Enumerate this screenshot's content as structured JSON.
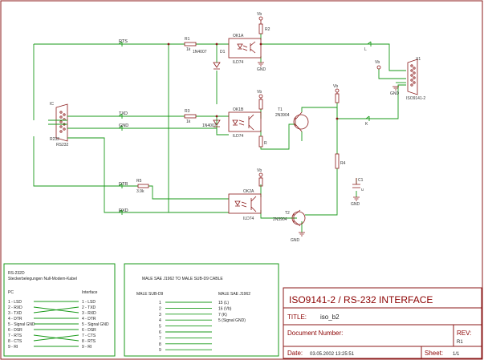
{
  "nets": {
    "rts": "RTS",
    "txd": "TXD",
    "gnd": "GND",
    "dtr": "DTR",
    "rxd": "RXD"
  },
  "parts": {
    "r1": "R1",
    "r1_val": "1k",
    "d1": "1N4007",
    "d1_ref": "D1",
    "ok1a": "OK1A",
    "ok1a_type": "ILD74",
    "r2": "R2",
    "vb1": "Vb",
    "gnd_ok1a": "GND",
    "x1": "X1",
    "x1_type": "ISO9141-2",
    "vb_x1": "Vb",
    "gnd_x1": "GND",
    "pin_l": "L",
    "pin_k": "K",
    "ic": "IC",
    "rs232_ref": "R232",
    "rs232": "RS232",
    "ok1b": "OK1B",
    "ok1b_type": "ILD74",
    "r3": "R3",
    "r3_val": "1k",
    "d2": "1N4007",
    "t1": "T1",
    "t1_type": "2N3904",
    "vb2": "Vb",
    "vb3": "Vb",
    "r4": "R4",
    "r_low": "R",
    "c1": "C1",
    "c1_val": "u",
    "gnd_c1": "GND",
    "r5": "R5",
    "r5_val": "3.9k",
    "ok2a": "OK2A",
    "ok2a_type": "ILD74",
    "vb4": "Vb",
    "t2": "T2",
    "t2_type": "2N3904",
    "gnd_t2": "GND"
  },
  "info_box": {
    "title": "RS-232D",
    "subtitle": "Steckerbelegungen Null-Modem-Kabel",
    "col_pc": "PC",
    "col_interface": "Interface",
    "pc_pins": [
      "1 - LSD",
      "2 - RXD",
      "3 - TXD",
      "4 - DTR",
      "5 - Signal GND",
      "6 - DSR",
      "7 - RTS",
      "8 - CTS",
      "9 - RI"
    ],
    "if_pins": [
      "1 - LSD",
      "2 - TXD",
      "3 - RXD",
      "4 - DTR",
      "5 - Signal GND",
      "6 - DSR",
      "7 - CTS",
      "8 - RTS",
      "9 - RI"
    ]
  },
  "cable_box": {
    "title": "MALE SAE J1962 TO MALE SUB-D9 CABLE",
    "col_subd": "MALE SUB-D9",
    "col_sae": "MALE SAE J1962",
    "subd_pins": [
      "1",
      "2",
      "3",
      "4",
      "5",
      "6",
      "7",
      "8",
      "9"
    ],
    "sae_pins": [
      "15 (L)",
      "16 (Vb)",
      "7 (K)",
      "5 (Signal GND)"
    ]
  },
  "title_block": {
    "main_title": "ISO9141-2 / RS-232 INTERFACE",
    "title_label": "TITLE:",
    "title_value": "iso_b2",
    "docnum_label": "Document Number:",
    "rev_label": "REV:",
    "rev_value": "R1",
    "date_label": "Date:",
    "date_value": "03.05.2002 13:25:51",
    "sheet_label": "Sheet:",
    "sheet_value": "1/1"
  }
}
